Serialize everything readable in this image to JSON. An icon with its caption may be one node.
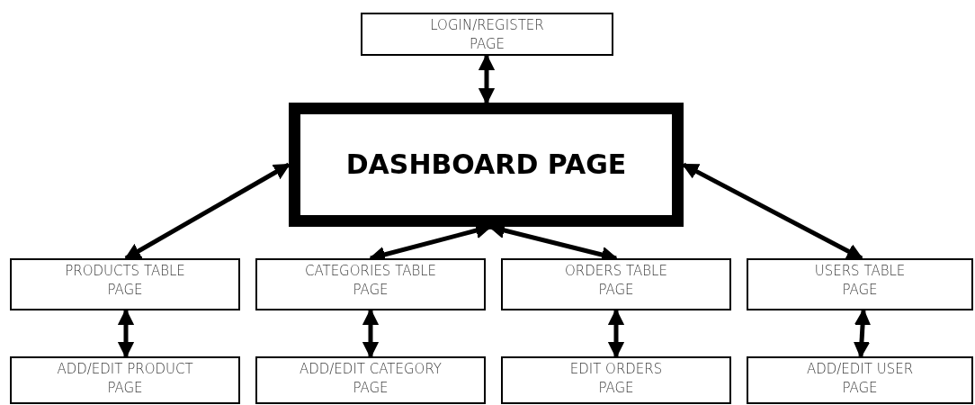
{
  "diagram": {
    "nodes": [
      {
        "text": [
          "LOGIN/REGISTER PAGE"
        ]
      },
      {
        "text": [
          "DASHBOARD PAGE"
        ]
      },
      {
        "text": [
          "PRODUCTS TABLE PAGE"
        ]
      },
      {
        "text": [
          "CATEGORIES TABLE PAGE"
        ]
      },
      {
        "text": [
          "ORDERS TABLE PAGE"
        ]
      },
      {
        "text": [
          "USERS TABLE PAGE"
        ]
      },
      {
        "text": [
          "ADD/EDIT PRODUCT PAGE"
        ]
      },
      {
        "text": [
          "ADD/EDIT CATEGORY PAGE"
        ]
      },
      {
        "text": [
          "EDIT ORDERS PAGE"
        ]
      },
      {
        "text": [
          "ADD/EDIT USER PAGE"
        ]
      }
    ],
    "edges": [
      {
        "from": 0,
        "to": 1,
        "arrow": "both"
      },
      {
        "from": 1,
        "to": 2,
        "arrow": "both"
      },
      {
        "from": 1,
        "to": 3,
        "arrow": "both"
      },
      {
        "from": 1,
        "to": 4,
        "arrow": "both"
      },
      {
        "from": 1,
        "to": 5,
        "arrow": "both"
      },
      {
        "from": 2,
        "to": 6,
        "arrow": "both"
      },
      {
        "from": 3,
        "to": 7,
        "arrow": "both"
      },
      {
        "from": 4,
        "to": 8,
        "arrow": "both"
      },
      {
        "from": 5,
        "to": 9,
        "arrow": "both"
      }
    ]
  }
}
